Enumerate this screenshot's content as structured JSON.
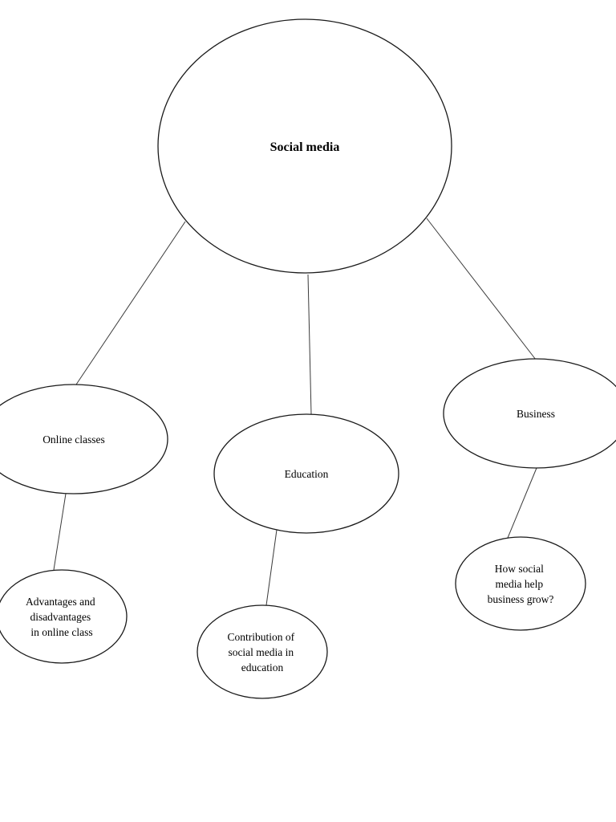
{
  "diagram": {
    "root": {
      "label": [
        "Social media"
      ]
    },
    "branches": [
      {
        "label": [
          "Online classes"
        ],
        "child": {
          "label": [
            "Advantages and",
            "disadvantages",
            "in online class"
          ]
        }
      },
      {
        "label": [
          "Education"
        ],
        "child": {
          "label": [
            "Contribution of",
            "social media in",
            "education"
          ]
        }
      },
      {
        "label": [
          "Business"
        ],
        "child": {
          "label": [
            "How social",
            "media help",
            "business grow?"
          ]
        }
      }
    ]
  }
}
